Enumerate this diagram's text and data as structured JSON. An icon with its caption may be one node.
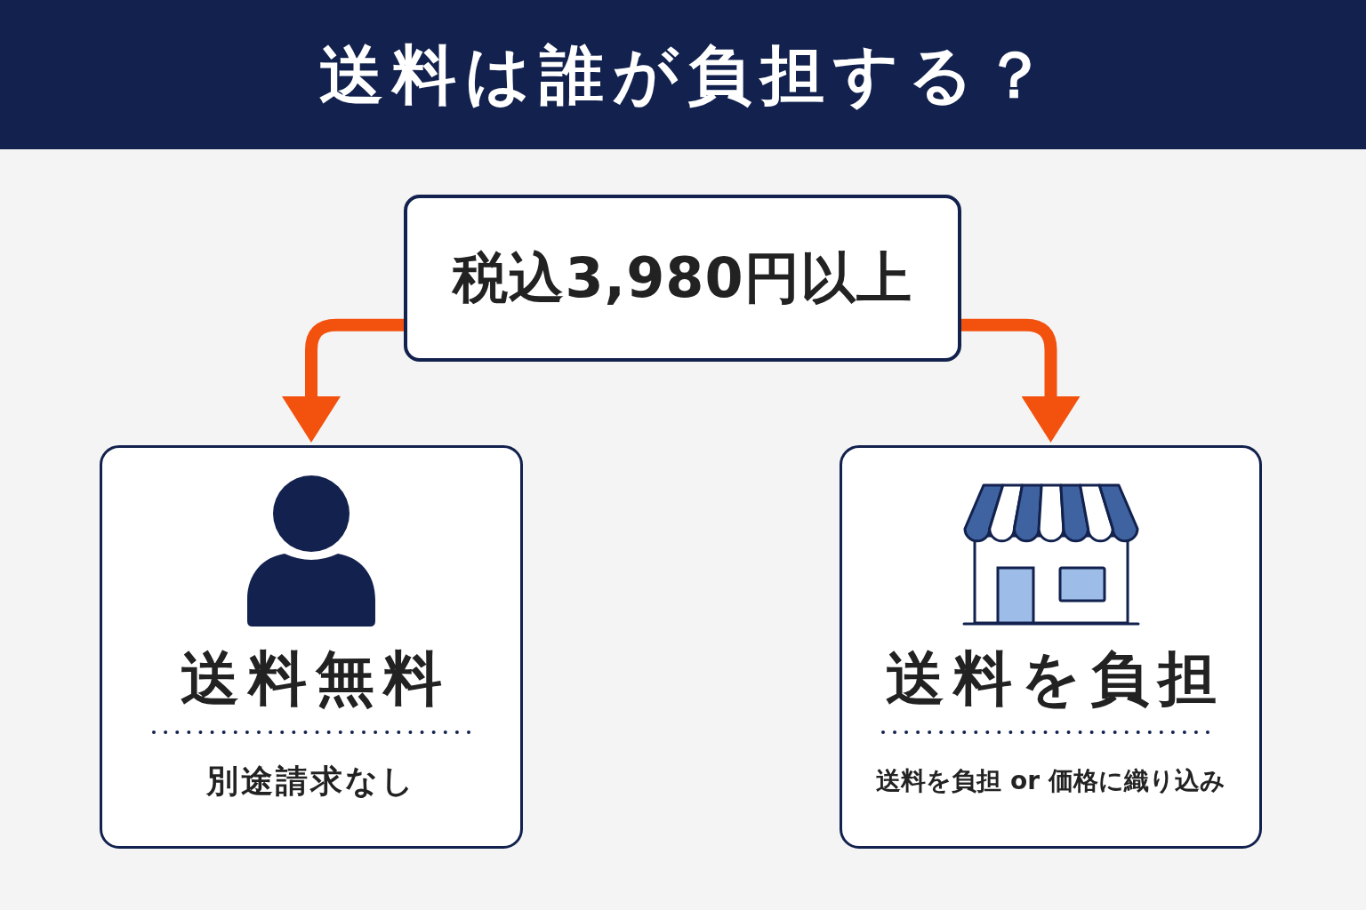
{
  "diagram": {
    "title": "送料は誰が負担する？",
    "nodes": [
      {
        "text": [
          "税込3,980円以上"
        ]
      },
      {
        "text": [
          "送料無料",
          "別途請求なし"
        ]
      },
      {
        "text": [
          "送料を負担",
          "送料を負担 or 価格に織り込み"
        ]
      }
    ],
    "edges": [
      {
        "from": 0,
        "to": 1,
        "arrow": "to"
      },
      {
        "from": 0,
        "to": 2,
        "arrow": "to"
      }
    ]
  }
}
